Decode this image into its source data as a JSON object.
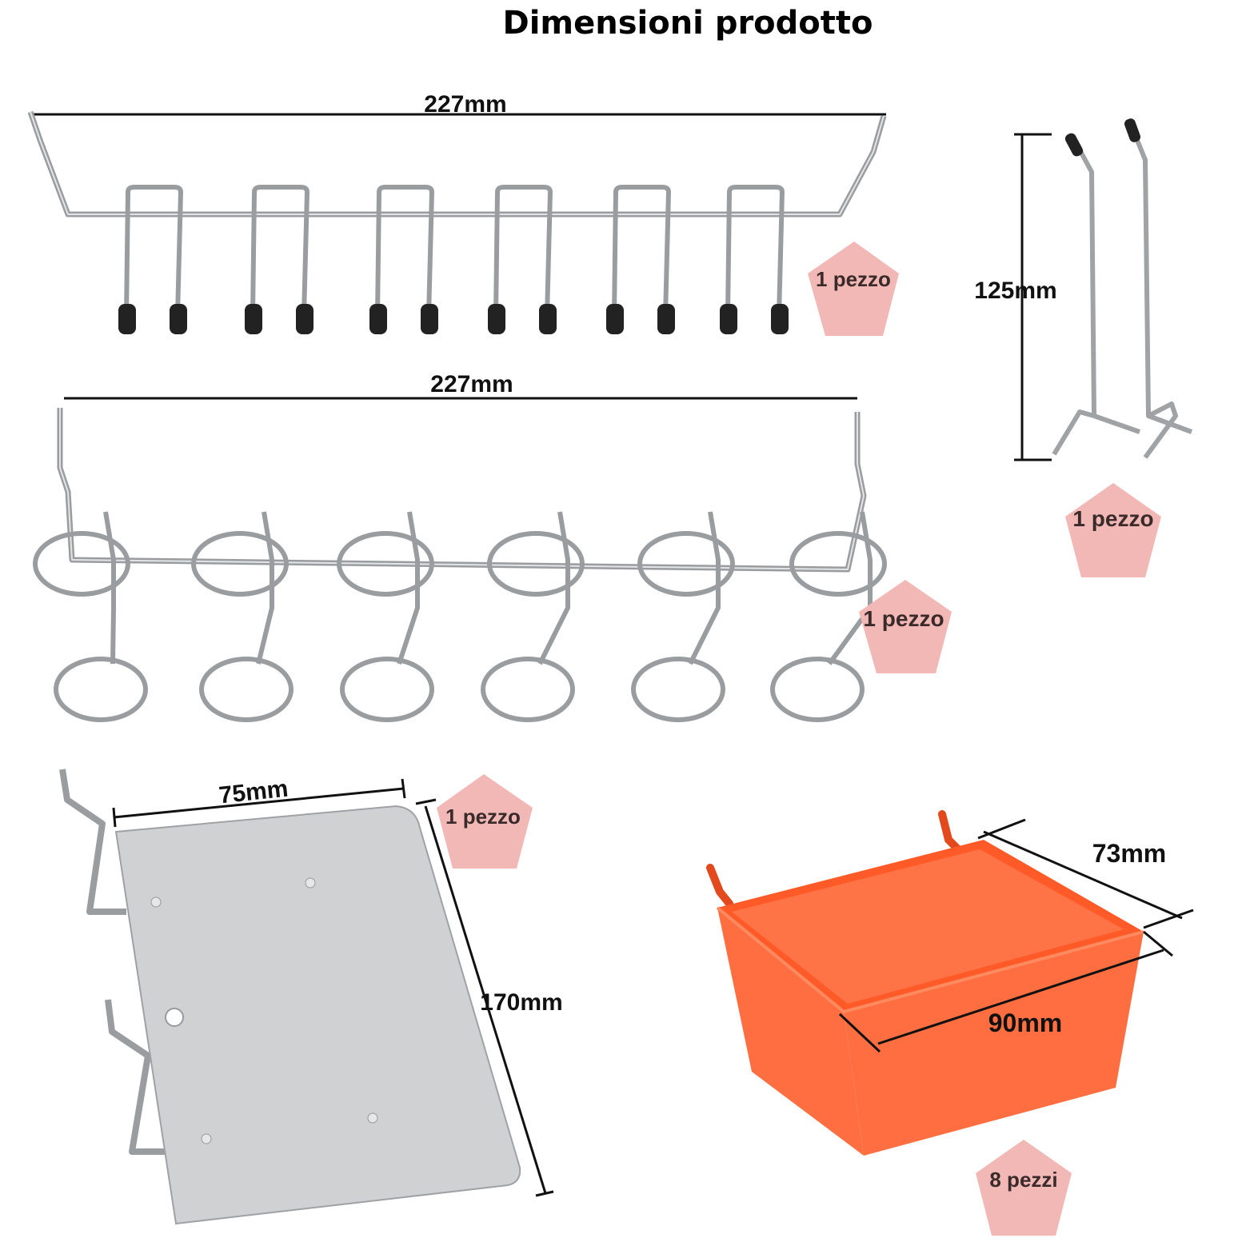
{
  "page": {
    "title": "Dimensioni prodotto"
  },
  "colors": {
    "badge": "#f2b8b5",
    "metal": "#bfc2c4",
    "metal_dark": "#8a8d90",
    "tip": "#222222",
    "bin": "#ff6a3a",
    "bin_dark": "#e24a1e",
    "plate": "#cfd1d3"
  },
  "products": [
    {
      "id": "double-hook-rack",
      "dimension": "227mm",
      "quantity": "1 pezzo"
    },
    {
      "id": "ring-holder-rack",
      "dimension": "227mm",
      "quantity": "1 pezzo"
    },
    {
      "id": "single-hook",
      "dimension": "125mm",
      "quantity": "1 pezzo"
    },
    {
      "id": "metal-shelf",
      "dimension_width": "75mm",
      "dimension_length": "170mm",
      "quantity": "1 pezzo"
    },
    {
      "id": "storage-bin",
      "dimension_depth": "73mm",
      "dimension_width": "90mm",
      "quantity": "8 pezzi"
    }
  ]
}
